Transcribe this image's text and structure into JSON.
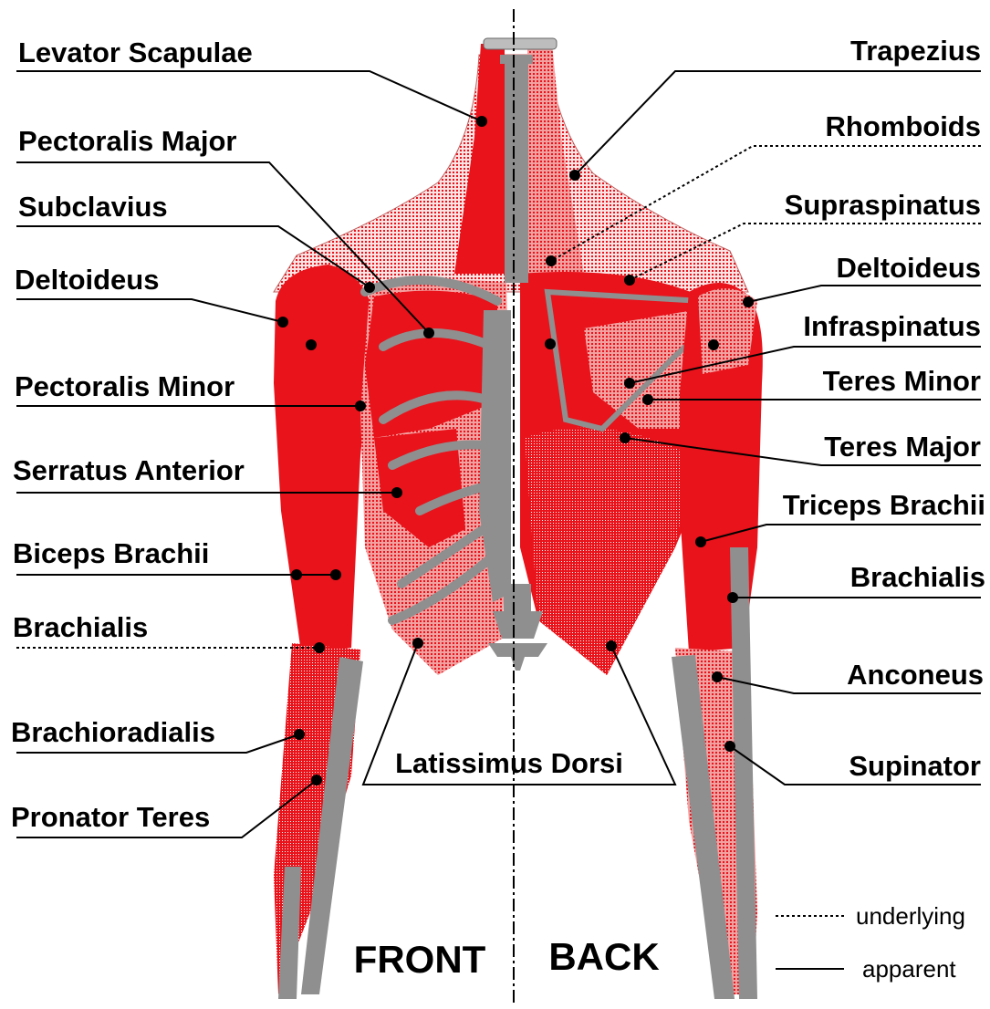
{
  "labels_left": [
    {
      "id": "levator-scapulae",
      "text": "Levator Scapulae",
      "line": "apparent"
    },
    {
      "id": "pectoralis-major",
      "text": "Pectoralis Major",
      "line": "apparent"
    },
    {
      "id": "subclavius",
      "text": "Subclavius",
      "line": "apparent"
    },
    {
      "id": "deltoideus-front",
      "text": "Deltoideus",
      "line": "apparent"
    },
    {
      "id": "pectoralis-minor",
      "text": "Pectoralis Minor",
      "line": "apparent"
    },
    {
      "id": "serratus-anterior",
      "text": "Serratus Anterior",
      "line": "apparent"
    },
    {
      "id": "biceps-brachii",
      "text": "Biceps Brachii",
      "line": "apparent"
    },
    {
      "id": "brachialis-front",
      "text": "Brachialis",
      "line": "underlying"
    },
    {
      "id": "brachioradialis",
      "text": "Brachioradialis",
      "line": "apparent"
    },
    {
      "id": "pronator-teres",
      "text": "Pronator Teres",
      "line": "apparent"
    }
  ],
  "labels_right": [
    {
      "id": "trapezius",
      "text": "Trapezius",
      "line": "apparent"
    },
    {
      "id": "rhomboids",
      "text": "Rhomboids",
      "line": "underlying"
    },
    {
      "id": "supraspinatus",
      "text": "Supraspinatus",
      "line": "underlying"
    },
    {
      "id": "deltoideus-back",
      "text": "Deltoideus",
      "line": "apparent"
    },
    {
      "id": "infraspinatus",
      "text": "Infraspinatus",
      "line": "apparent"
    },
    {
      "id": "teres-minor",
      "text": "Teres Minor",
      "line": "apparent"
    },
    {
      "id": "teres-major",
      "text": "Teres Major",
      "line": "apparent"
    },
    {
      "id": "triceps-brachii",
      "text": "Triceps Brachii",
      "line": "apparent"
    },
    {
      "id": "brachialis-back",
      "text": "Brachialis",
      "line": "apparent"
    },
    {
      "id": "anconeus",
      "text": "Anconeus",
      "line": "apparent"
    },
    {
      "id": "supinator",
      "text": "Supinator",
      "line": "apparent"
    }
  ],
  "center_label": "Latissimus Dorsi",
  "front_label": "FRONT",
  "back_label": "BACK",
  "legend": {
    "underlying": "underlying",
    "apparent": "apparent"
  },
  "colors": {
    "muscle": "#e8131b",
    "muscle_light": "#f08a8a",
    "muscle_pale": "#f7c8c8",
    "bone": "#8f8f8f",
    "bone_light": "#bdbdbd"
  }
}
